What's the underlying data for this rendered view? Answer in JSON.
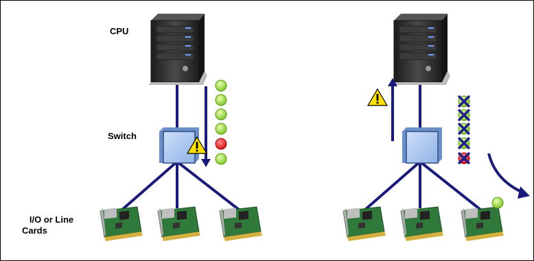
{
  "labels": {
    "cpu": "CPU",
    "switch": "Switch",
    "io_line1": "I/O or Line",
    "io_line2": "Cards"
  },
  "colors": {
    "link": "#1a1a7a",
    "green": "#8fd42b",
    "red": "#e81818",
    "switch_fill": "#a9c6f0",
    "switch_edge": "#5577aa",
    "server": "#2e2e2e",
    "card_pcb": "#3a7d3a",
    "warning": "#ffe000",
    "cross": "#1f1f8c"
  },
  "left_panel": {
    "dots": [
      "green",
      "green",
      "green",
      "green",
      "red",
      "green"
    ],
    "warning": true
  },
  "right_panel": {
    "dots": [
      "green-crossed",
      "green-crossed",
      "green-crossed",
      "green-crossed",
      "red-crossed"
    ],
    "overflow_dot": "green",
    "warning": true
  },
  "icons": [
    "server-icon",
    "switch-icon",
    "io-card-icon",
    "warning-icon",
    "curved-arrow-icon"
  ]
}
